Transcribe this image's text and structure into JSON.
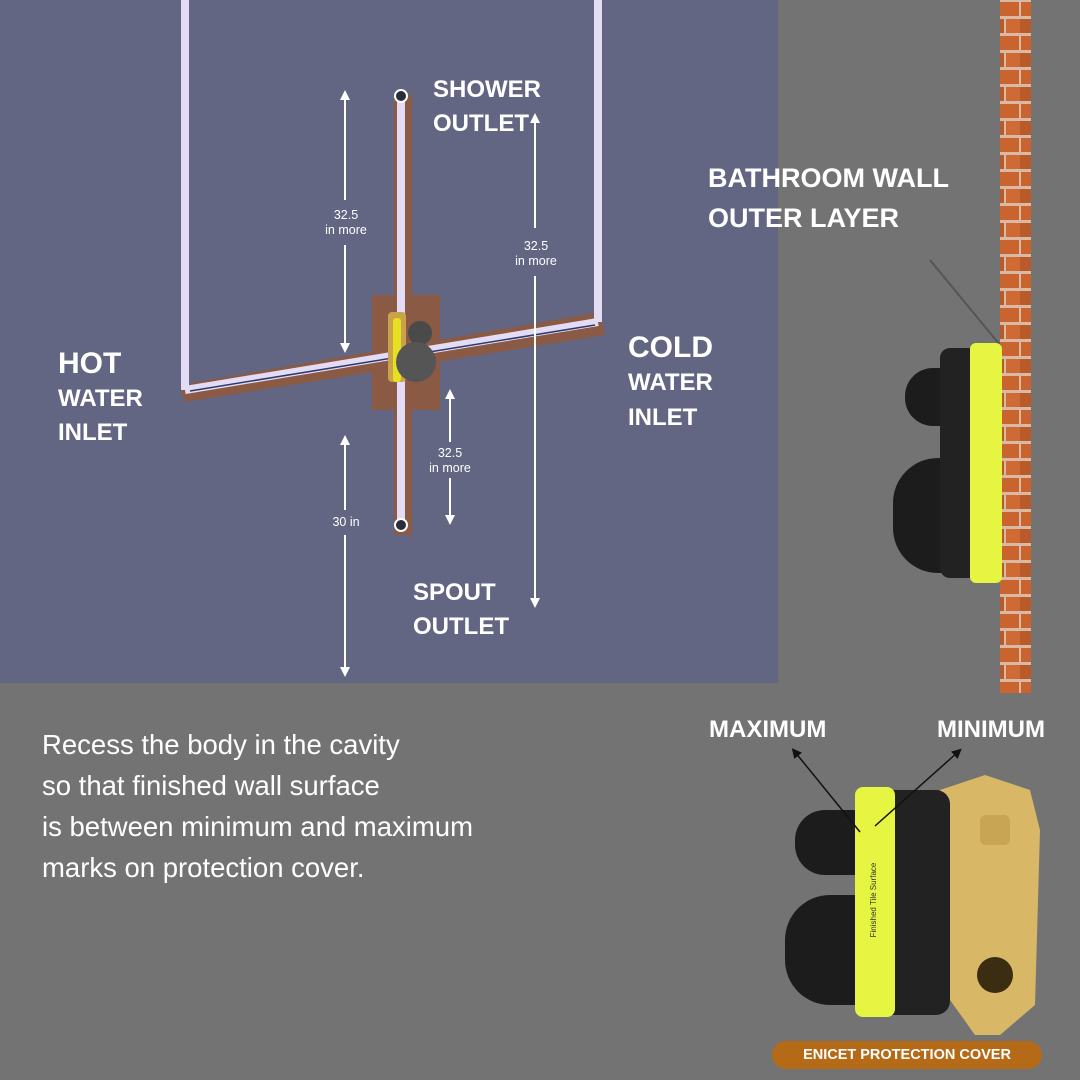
{
  "labels": {
    "shower_outlet": "SHOWER\nOUTLET",
    "hot_water_inlet": [
      "HOT",
      "WATER",
      "INLET"
    ],
    "cold_water_inlet": [
      "COLD",
      "WATER",
      "INLET"
    ],
    "spout_outlet": "SPOUT\nOUTLET",
    "bathroom_wall": "BATHROOM WALL\nOUTER LAYER",
    "maximum": "MAXIMUM",
    "minimum": "MINIMUM"
  },
  "dimensions": {
    "upper_left": "32.5\nin more",
    "right_long": "32.5\nin more",
    "lower": "32.5\nin more",
    "floor": "30 in"
  },
  "instructions": [
    "Recess the body in the cavity",
    "so that finished wall surface",
    "is between minimum and maximum",
    "marks on protection cover."
  ],
  "cover_label": "Finished Tile Surface",
  "badge": "ENICET PROTECTION COVER",
  "colors": {
    "panel": "#626683",
    "background": "#737373",
    "badge": "#b46a17",
    "cover": "#e5f542",
    "brick": "#c9642e"
  }
}
